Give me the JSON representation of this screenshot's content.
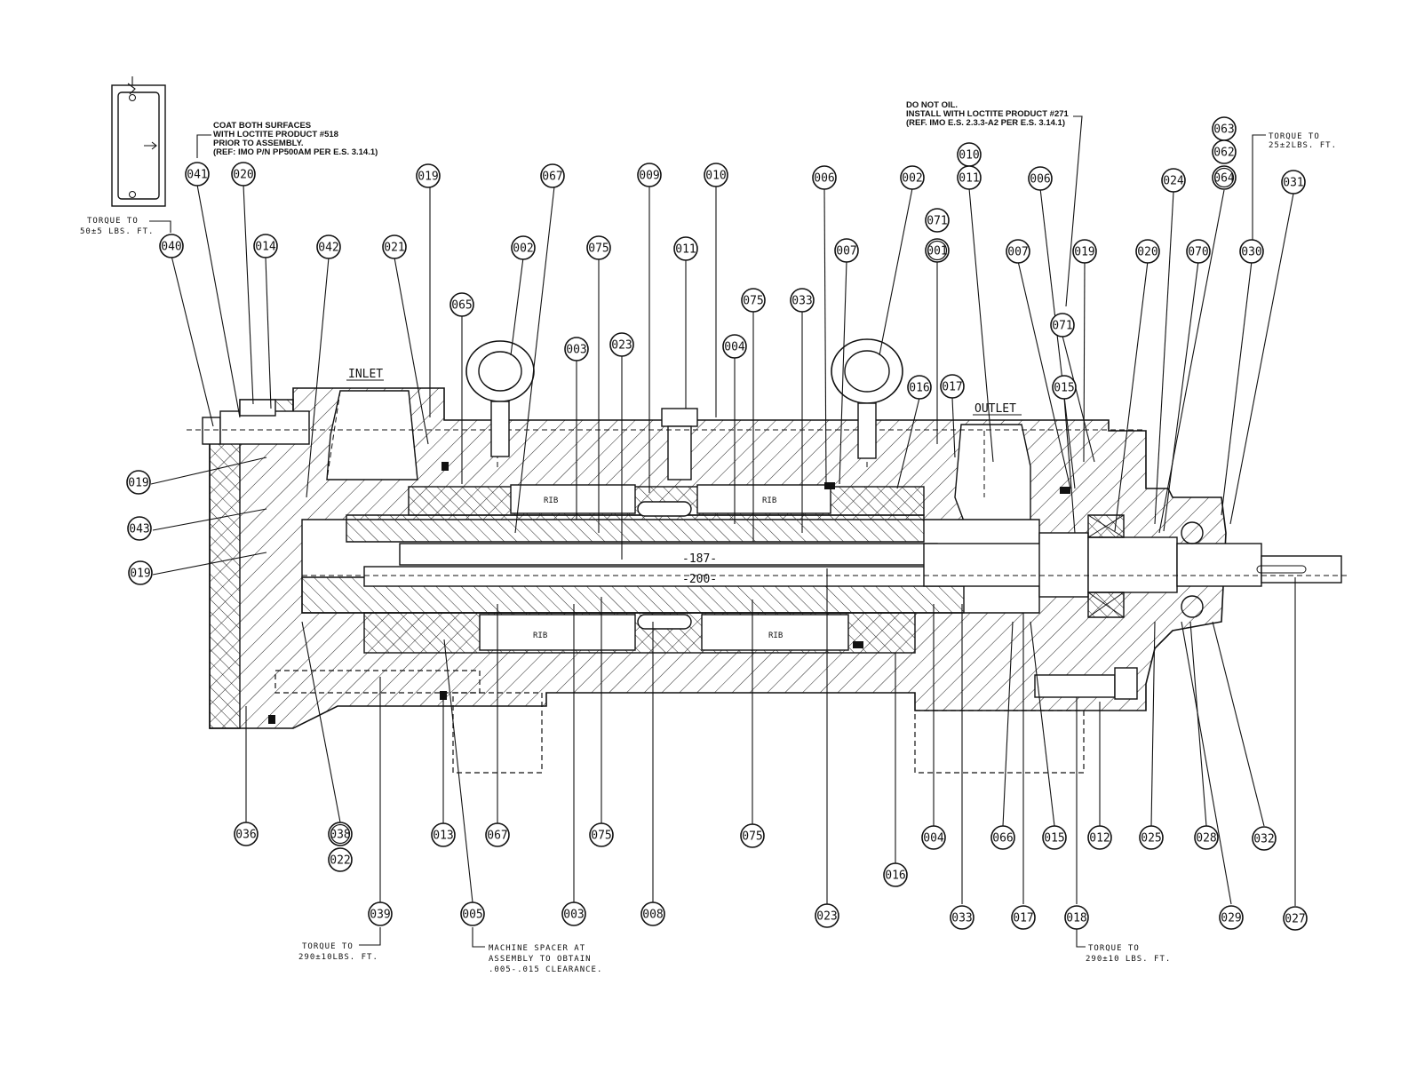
{
  "notes": {
    "loctite518": [
      "COAT BOTH SURFACES",
      "WITH LOCTITE PRODUCT #518",
      "PRIOR TO ASSEMBLY.",
      "(REF:  IMO P/N PP500AM PER E.S. 3.14.1)"
    ],
    "loctite271": [
      "DO NOT OIL.",
      "INSTALL WITH LOCTITE PRODUCT #271",
      "(REF. IMO E.S. 2.3.3-A2 PER E.S. 3.14.1)"
    ],
    "torque_040": [
      "TORQUE TO",
      "50±5 LBS. FT."
    ],
    "torque_030": [
      "TORQUE TO",
      "25±2LBS. FT."
    ],
    "torque_039": [
      "TORQUE TO",
      "290±10LBS. FT."
    ],
    "torque_018": [
      "TORQUE TO",
      "290±10 LBS. FT."
    ],
    "spacer_005": [
      "MACHINE SPACER AT",
      "ASSEMBLY  TO OBTAIN",
      ".005-.015 CLEARANCE."
    ]
  },
  "labels": {
    "inlet": "INLET",
    "outlet": "OUTLET",
    "rib": "RIB",
    "dim_187": "-187-",
    "dim_200": "-200-"
  },
  "balloons": {
    "b041": "041",
    "b020a": "020",
    "b019a": "019",
    "b067a": "067",
    "b009": "009",
    "b010a": "010",
    "b006a": "006",
    "b002a": "002",
    "b010b": "010",
    "b011a": "011",
    "b006b": "006",
    "b024": "024",
    "b063": "063",
    "b062": "062",
    "b064": "064",
    "b031": "031",
    "b040": "040",
    "b014": "014",
    "b042": "042",
    "b021": "021",
    "b002b": "002",
    "b075a": "075",
    "b011b": "011",
    "b007a": "007",
    "b071a": "071",
    "b001": "001",
    "b007b": "007",
    "b019b": "019",
    "b020b": "020",
    "b070": "070",
    "b030": "030",
    "b065": "065",
    "b075b": "075",
    "b033a": "033",
    "b071b": "071",
    "b003a": "003",
    "b023a": "023",
    "b004a": "004",
    "b016a": "016",
    "b017a": "017",
    "b015a": "015",
    "b019c": "019",
    "b043": "043",
    "b019d": "019",
    "b036": "036",
    "b038": "038",
    "b022": "022",
    "b013": "013",
    "b067b": "067",
    "b075c": "075",
    "b075d": "075",
    "b004b": "004",
    "b066": "066",
    "b015b": "015",
    "b012": "012",
    "b025": "025",
    "b028": "028",
    "b032": "032",
    "b016b": "016",
    "b039": "039",
    "b005": "005",
    "b003b": "003",
    "b008": "008",
    "b023b": "023",
    "b033b": "033",
    "b017b": "017",
    "b018": "018",
    "b029": "029",
    "b027": "027"
  }
}
